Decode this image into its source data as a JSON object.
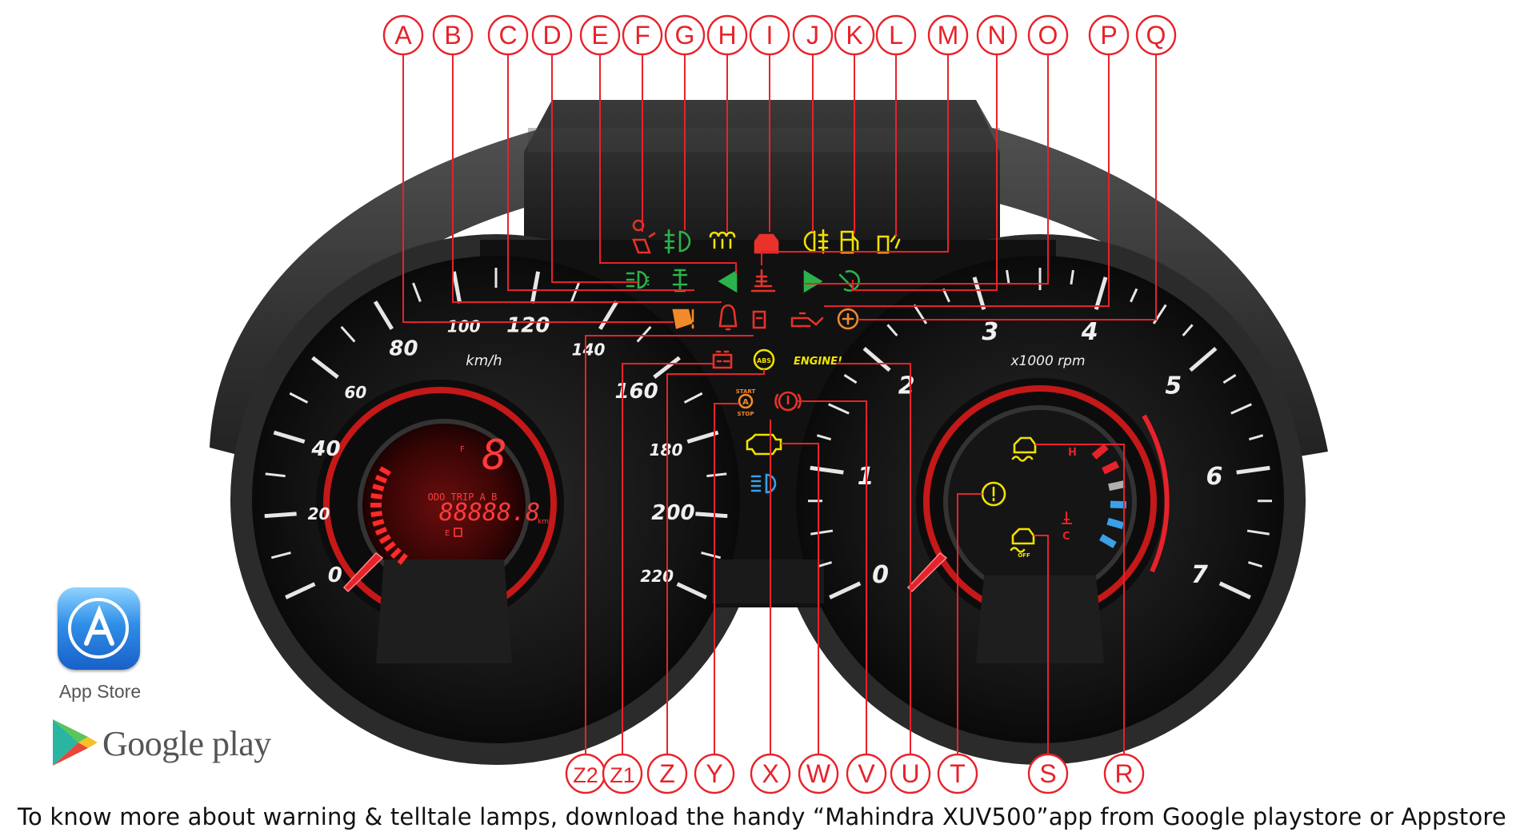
{
  "caption": "To know more about warning & telltale lamps, download the handy “Mahindra XUV500”app from Google playstore or Appstore",
  "stores": {
    "app_store": "App Store",
    "google_play": "Google play"
  },
  "colors": {
    "callout_red": "#e8222a",
    "lamp_red": "#e8322a",
    "lamp_green": "#2bb34a",
    "lamp_yellow": "#f2e100",
    "lamp_blue": "#3aa0e8"
  },
  "speedometer": {
    "unit": "km/h",
    "ticks": [
      "0",
      "20",
      "40",
      "60",
      "80",
      "100",
      "120",
      "140",
      "160",
      "180",
      "200",
      "220"
    ],
    "display": {
      "gear": "8",
      "mode": "ODO TRIP A B",
      "digits": "88888.8",
      "unit": "km",
      "fuel_full": "F",
      "fuel_empty": "E"
    }
  },
  "tachometer": {
    "unit": "x1000 rpm",
    "ticks": [
      "0",
      "1",
      "2",
      "3",
      "4",
      "5",
      "6",
      "7"
    ],
    "temp_hot": "H",
    "temp_cold": "C"
  },
  "engine_lamp_text": "ENGINE!",
  "start_stop": {
    "top": "START",
    "bottom": "STOP",
    "letter": "A"
  },
  "callouts_top": [
    "A",
    "B",
    "C",
    "D",
    "E",
    "F",
    "G",
    "H",
    "I",
    "J",
    "K",
    "L",
    "M",
    "N",
    "O",
    "P",
    "Q"
  ],
  "callouts_bottom": [
    "Z2",
    "Z1",
    "Z",
    "Y",
    "X",
    "W",
    "V",
    "U",
    "T",
    "S",
    "R"
  ]
}
